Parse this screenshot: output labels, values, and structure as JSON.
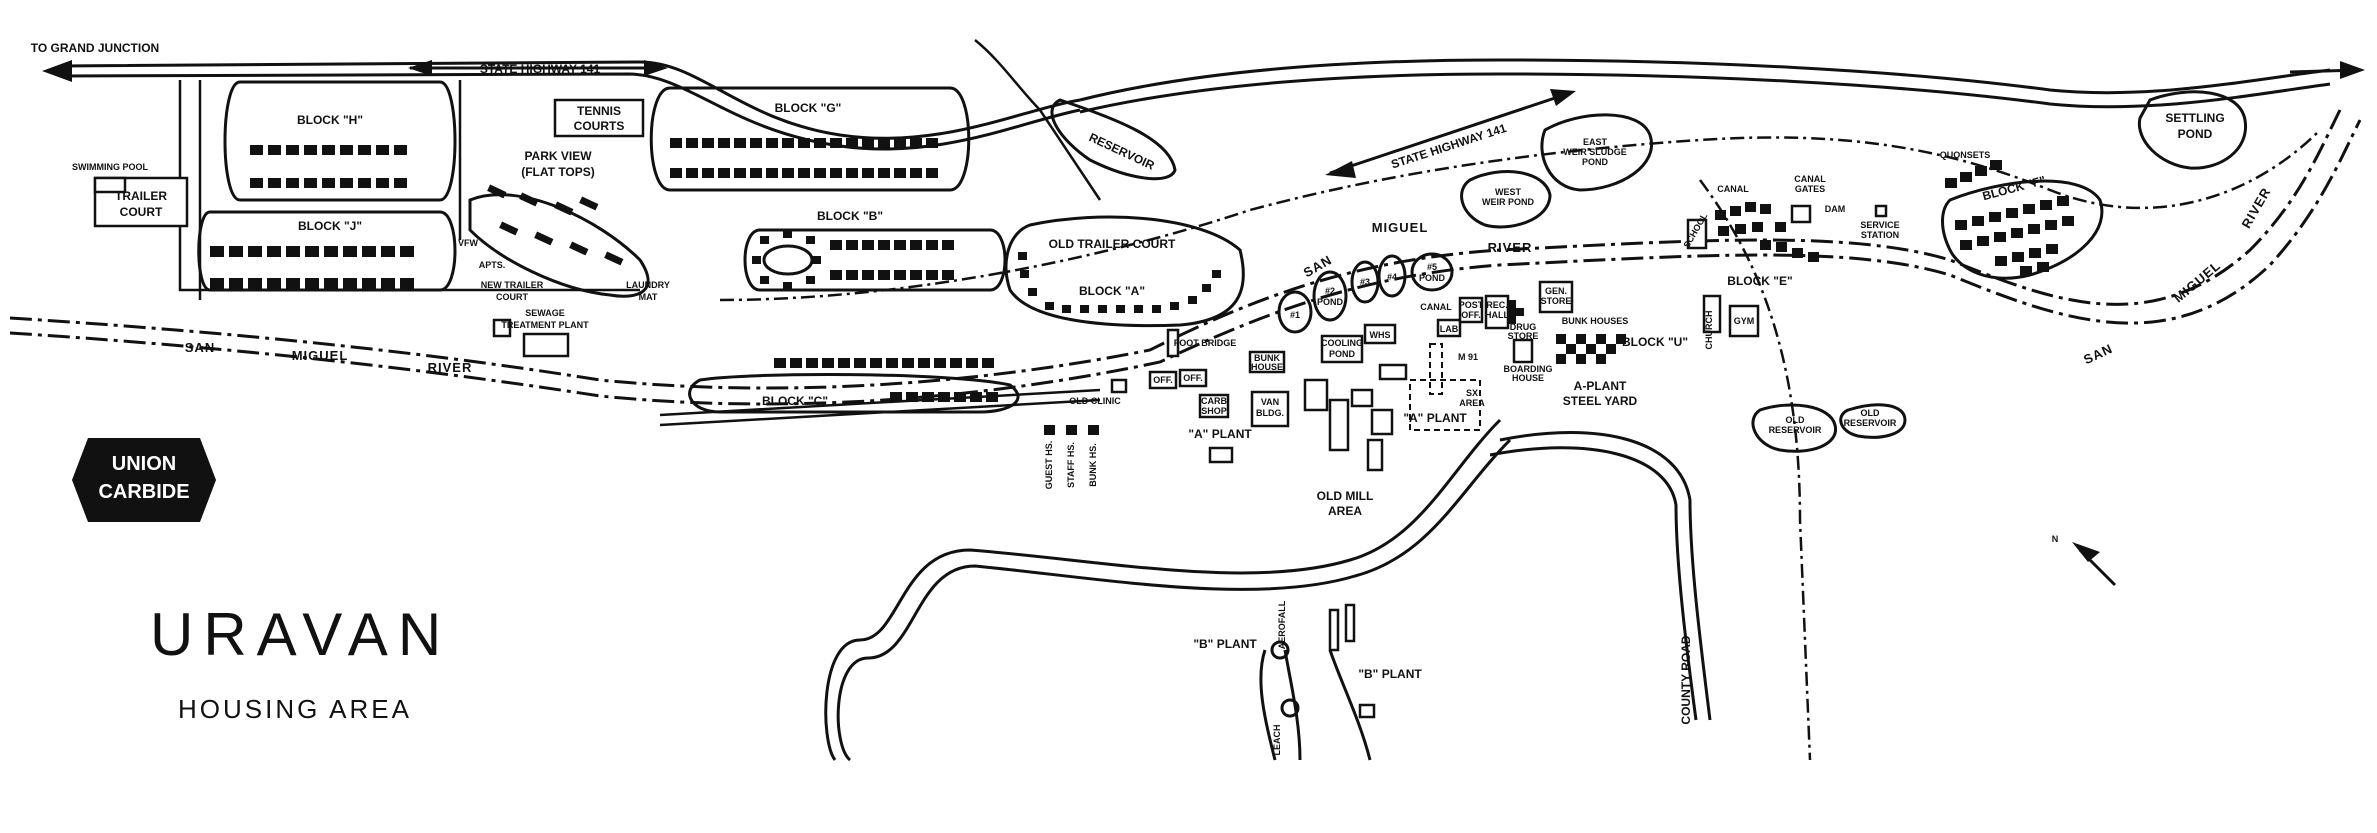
{
  "map": {
    "title": "URAVAN",
    "subtitle": "HOUSING AREA",
    "logo": {
      "line1": "UNION",
      "line2": "CARBIDE"
    },
    "labels": {
      "to_grand_junction": "TO GRAND JUNCTION",
      "highway_west": "STATE HIGHWAY 141",
      "highway_east": "STATE HIGHWAY 141",
      "swimming_pool": "SWIMMING POOL",
      "trailer_court_1": "TRAILER",
      "trailer_court_2": "COURT",
      "block_h": "BLOCK \"H\"",
      "block_j": "BLOCK \"J\"",
      "block_g": "BLOCK \"G\"",
      "block_b": "BLOCK \"B\"",
      "block_a": "BLOCK \"A\"",
      "block_c": "BLOCK \"C\"",
      "block_e": "BLOCK \"E\"",
      "block_u": "BLOCK \"U\"",
      "block_f": "BLOCK \"F\"",
      "tennis_1": "TENNIS",
      "tennis_2": "COURTS",
      "park_view_1": "PARK VIEW",
      "park_view_2": "(FLAT TOPS)",
      "vfw": "VFW",
      "apts": "APTS.",
      "new_trailer_1": "NEW TRAILER",
      "new_trailer_2": "COURT",
      "laundry_1": "LAUNDRY",
      "laundry_2": "MAT",
      "sewage_1": "SEWAGE",
      "sewage_2": "TREATMENT PLANT",
      "reservoir": "RESERVOIR",
      "old_trailer_court": "OLD TRAILER COURT",
      "foot_bridge": "FOOT BRIDGE",
      "old_clinic": "OLD CLINIC",
      "off_1": "OFF.",
      "off_2": "OFF.",
      "guest_hs": "GUEST HS.",
      "staff_hs": "STAFF HS.",
      "bunk_hs": "BUNK HS.",
      "carb_shop_1": "CARB",
      "carb_shop_2": "SHOP",
      "van_bldg_1": "VAN",
      "van_bldg_2": "BLDG.",
      "a_plant_1": "\"A\" PLANT",
      "a_plant_2": "\"A\" PLANT",
      "old_mill_1": "OLD MILL",
      "old_mill_2": "AREA",
      "bunk_house_1": "BUNK",
      "bunk_house_2": "HOUSE",
      "cooling_pond_1": "COOLING",
      "cooling_pond_2": "POND",
      "whs": "WHS",
      "lab": "LAB",
      "canal_1": "CANAL",
      "post_off_1": "POST",
      "post_off_2": "OFF.",
      "rec_hall_1": "REC.",
      "rec_hall_2": "HALL",
      "drug_store_1": "DRUG",
      "drug_store_2": "STORE",
      "gen_store_1": "GEN.",
      "gen_store_2": "STORE",
      "bunk_houses": "BUNK HOUSES",
      "m91": "M 91",
      "sx_area_1": "SX",
      "sx_area_2": "AREA",
      "boarding_1": "BOARDING",
      "boarding_2": "HOUSE",
      "a_plant_steel_1": "A-PLANT",
      "a_plant_steel_2": "STEEL YARD",
      "pond_1": "#1",
      "pond_2a": "#2",
      "pond_2b": "POND",
      "pond_3": "#3",
      "pond_4": "#4",
      "pond_5a": "#5",
      "pond_5b": "POND",
      "west_weir_1": "WEST",
      "west_weir_2": "WEIR POND",
      "east_weir_1": "EAST",
      "east_weir_2": "WEIR SLUDGE",
      "east_weir_3": "POND",
      "canal_2": "CANAL",
      "canal_gates_1": "CANAL",
      "canal_gates_2": "GATES",
      "school": "SCHOOL",
      "church": "CHURCH",
      "gym": "GYM",
      "dam": "DAM",
      "service_1": "SERVICE",
      "service_2": "STATION",
      "quonsets": "QUONSETS",
      "settling_1": "SETTLING",
      "settling_2": "POND",
      "old_res_1a": "OLD",
      "old_res_1b": "RESERVOIR",
      "old_res_2a": "OLD",
      "old_res_2b": "RESERVOIR",
      "b_plant_1": "\"B\" PLANT",
      "b_plant_2": "\"B\" PLANT",
      "aerofall": "AEROFALL",
      "leach": "LEACH",
      "county_road": "COUNTY ROAD",
      "river_w_1": "SAN",
      "river_w_2": "MIGUEL",
      "river_w_3": "RIVER",
      "river_c_1": "SAN",
      "river_c_2": "MIGUEL",
      "river_c_3": "RIVER",
      "river_e_1": "SAN",
      "river_e_2": "MIGUEL",
      "river_e_3": "RIVER",
      "north": "N"
    }
  }
}
